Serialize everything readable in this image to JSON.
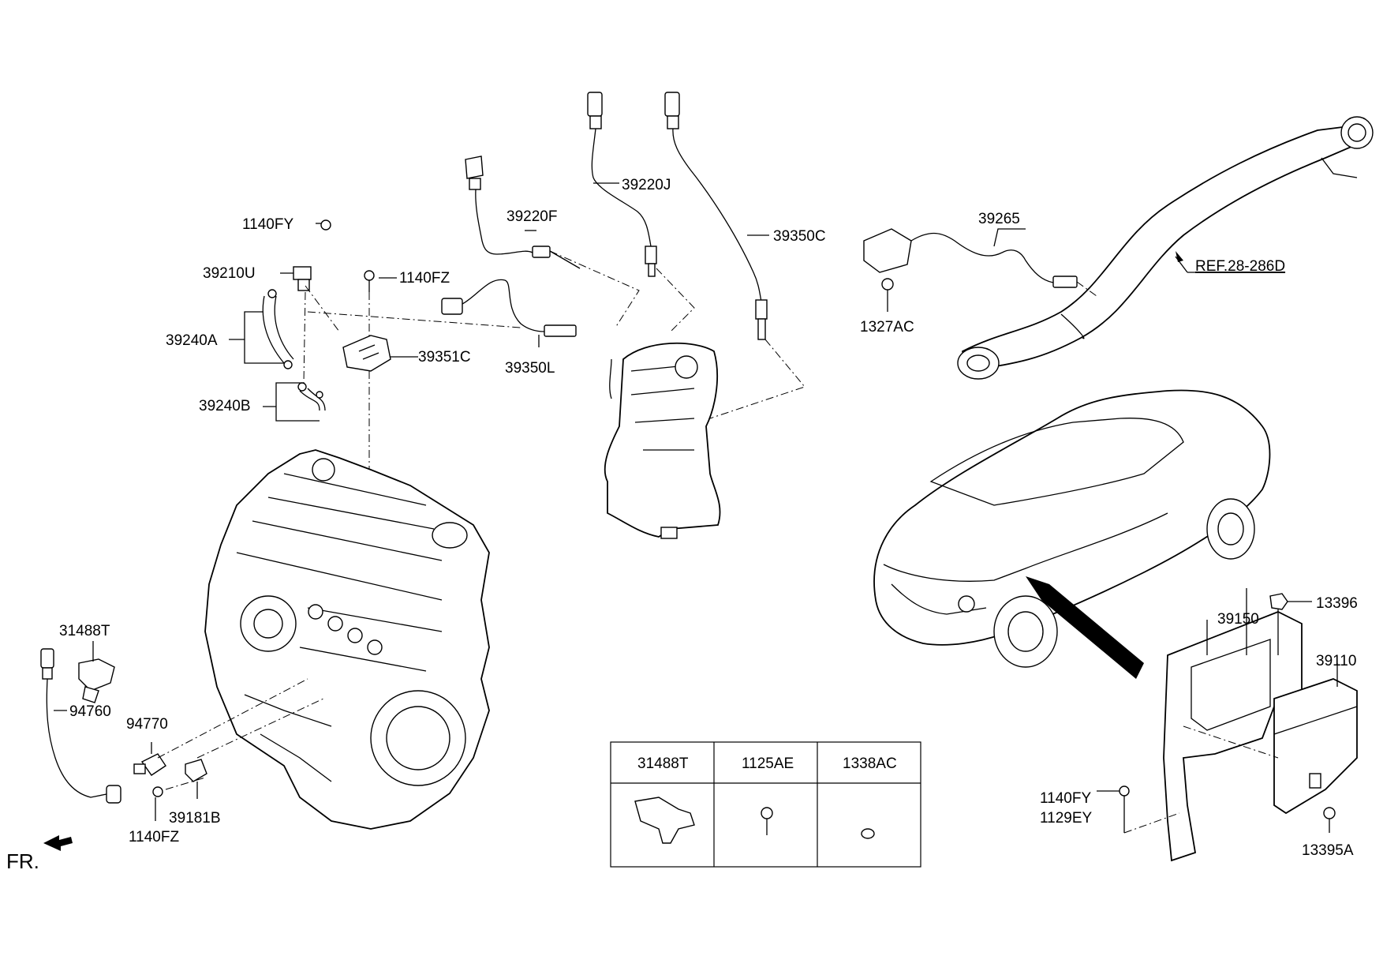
{
  "diagram": {
    "labels": {
      "p39220J": "39220J",
      "p39220F": "39220F",
      "p39350C": "39350C",
      "p39265": "39265",
      "p1140FY_a": "1140FY",
      "p39210U": "39210U",
      "p1140FZ_a": "1140FZ",
      "p39240A": "39240A",
      "p39351C": "39351C",
      "p39350L": "39350L",
      "p39240B": "39240B",
      "p1327AC": "1327AC",
      "ref": "REF.28-286D",
      "p31488T": "31488T",
      "p94760": "94760",
      "p94770": "94770",
      "p1140FZ_b": "1140FZ",
      "p39181B": "39181B",
      "p13396": "13396",
      "p39150": "39150",
      "p39110": "39110",
      "p1140FY_b": "1140FY",
      "p1129EY": "1129EY",
      "p13395A": "13395A",
      "fr": "FR."
    },
    "legend_table": {
      "headers": [
        "31488T",
        "1125AE",
        "1338AC"
      ]
    }
  }
}
